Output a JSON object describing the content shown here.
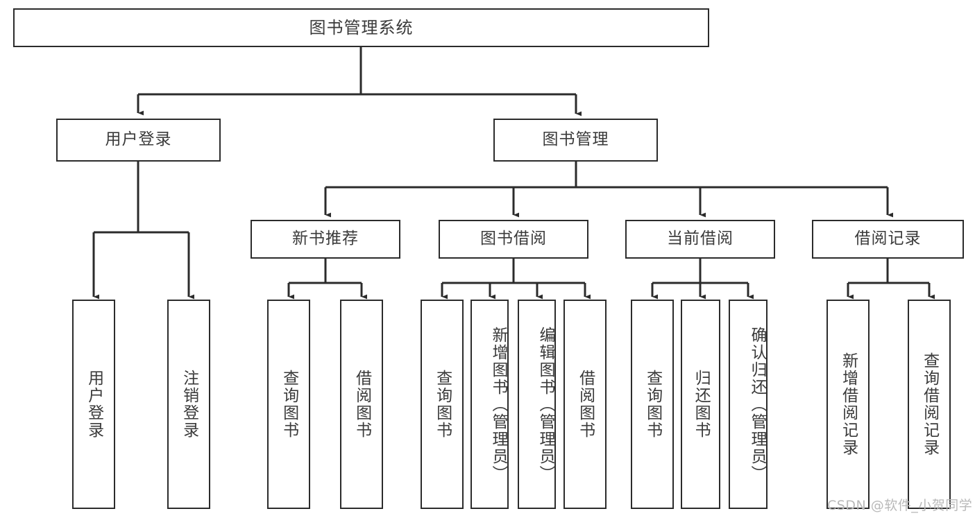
{
  "diagram": {
    "title": "图书管理系统",
    "type": "tree",
    "stroke_color": "#2b2b2b",
    "text_color": "#3a3a3a",
    "background": "#ffffff",
    "watermark": "CSDN @软件_小贺同学",
    "nodes": {
      "root": {
        "label": "图书管理系统"
      },
      "level1": [
        {
          "id": "user-login",
          "label": "用户登录"
        },
        {
          "id": "book-manage",
          "label": "图书管理"
        }
      ],
      "level2": [
        {
          "id": "new-book-recommend",
          "label": "新书推荐"
        },
        {
          "id": "book-borrow",
          "label": "图书借阅"
        },
        {
          "id": "current-borrow",
          "label": "当前借阅"
        },
        {
          "id": "borrow-record",
          "label": "借阅记录"
        }
      ],
      "leaves": {
        "user_login": [
          {
            "id": "leaf-user-login",
            "label": "用户登录"
          },
          {
            "id": "leaf-logout-login",
            "label": "注销登录"
          }
        ],
        "new_book_recommend": [
          {
            "id": "leaf-query-book-1",
            "label": "查询图书"
          },
          {
            "id": "leaf-borrow-book-1",
            "label": "借阅图书"
          }
        ],
        "book_borrow": [
          {
            "id": "leaf-query-book-2",
            "label": "查询图书"
          },
          {
            "id": "leaf-add-book-admin",
            "label": "新增图书（管理员）"
          },
          {
            "id": "leaf-edit-book-admin",
            "label": "编辑图书（管理员）"
          },
          {
            "id": "leaf-borrow-book-2",
            "label": "借阅图书"
          }
        ],
        "current_borrow": [
          {
            "id": "leaf-query-book-3",
            "label": "查询图书"
          },
          {
            "id": "leaf-return-book",
            "label": "归还图书"
          },
          {
            "id": "leaf-confirm-return-admin",
            "label": "确认归还（管理员）"
          }
        ],
        "borrow_record": [
          {
            "id": "leaf-add-borrow-record",
            "label": "新增借阅记录"
          },
          {
            "id": "leaf-query-borrow-record",
            "label": "查询借阅记录"
          }
        ]
      }
    }
  }
}
